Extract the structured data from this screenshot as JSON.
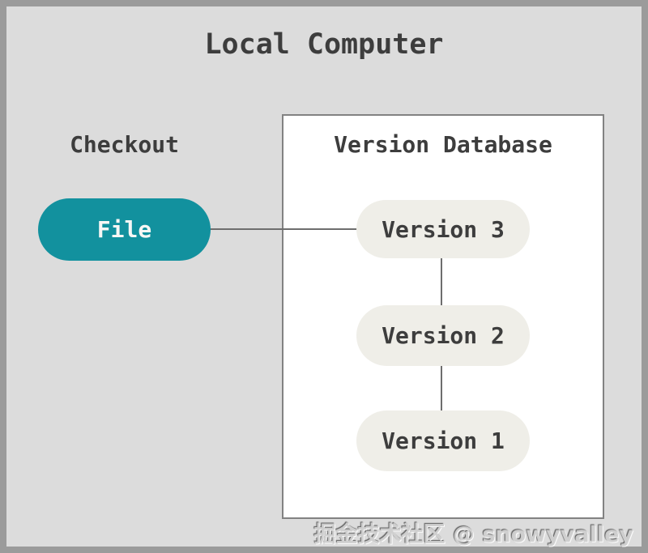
{
  "diagram": {
    "title": "Local Computer",
    "checkout": {
      "label": "Checkout",
      "file_node_label": "File"
    },
    "database": {
      "title": "Version Database",
      "versions": [
        "Version 3",
        "Version 2",
        "Version 1"
      ]
    },
    "watermark": "掘金技术社区 @ snowyvalley",
    "colors": {
      "canvas_background": "#dcdcdc",
      "outer_frame": "#9b9b9b",
      "file_node_fill": "#12919e",
      "file_node_text": "#f7f7f5",
      "version_node_fill": "#efeee8",
      "text_dark": "#3d3d3d",
      "connector_line": "#6e6e6e",
      "database_box_fill": "#ffffff",
      "database_box_border": "#828282"
    }
  }
}
